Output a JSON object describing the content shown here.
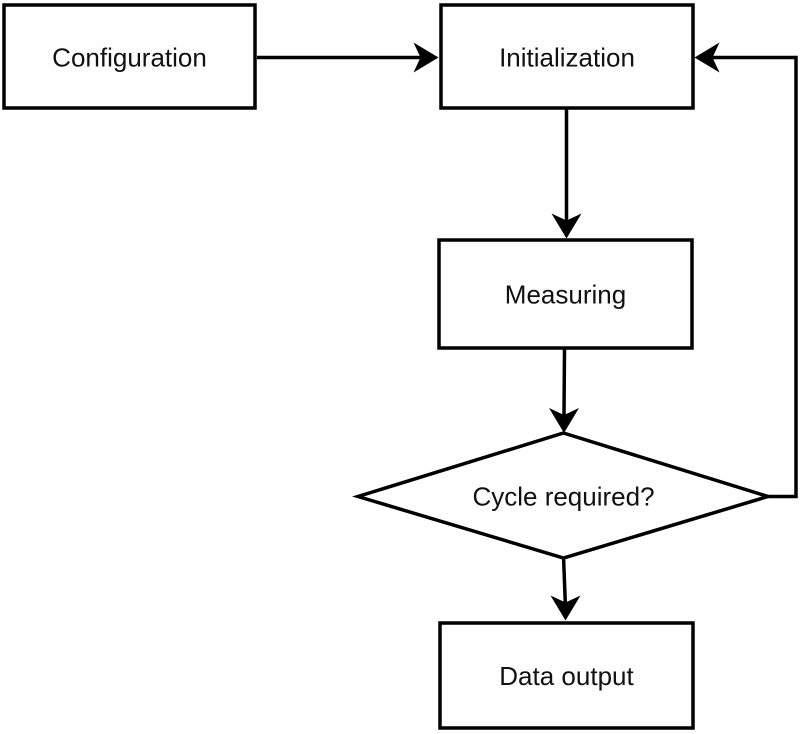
{
  "diagram": {
    "type": "flowchart",
    "background_color": "#ffffff",
    "node_fill_color": "#fefefe",
    "line_color": "#000000",
    "text_color": "#111111",
    "nodes": [
      {
        "id": "configuration",
        "shape": "rectangle",
        "label": "Configuration"
      },
      {
        "id": "initialization",
        "shape": "rectangle",
        "label": "Initialization"
      },
      {
        "id": "measuring",
        "shape": "rectangle",
        "label": "Measuring"
      },
      {
        "id": "cycle-required",
        "shape": "diamond",
        "label": "Cycle required?"
      },
      {
        "id": "data-output",
        "shape": "rectangle",
        "label": "Data output"
      }
    ],
    "edges": [
      {
        "from": "configuration",
        "to": "initialization",
        "style": "arrow"
      },
      {
        "from": "initialization",
        "to": "measuring",
        "style": "arrow"
      },
      {
        "from": "measuring",
        "to": "cycle-required",
        "style": "arrow"
      },
      {
        "from": "cycle-required",
        "to": "data-output",
        "style": "arrow"
      },
      {
        "from": "cycle-required",
        "to": "initialization",
        "style": "arrow-loop"
      }
    ]
  }
}
